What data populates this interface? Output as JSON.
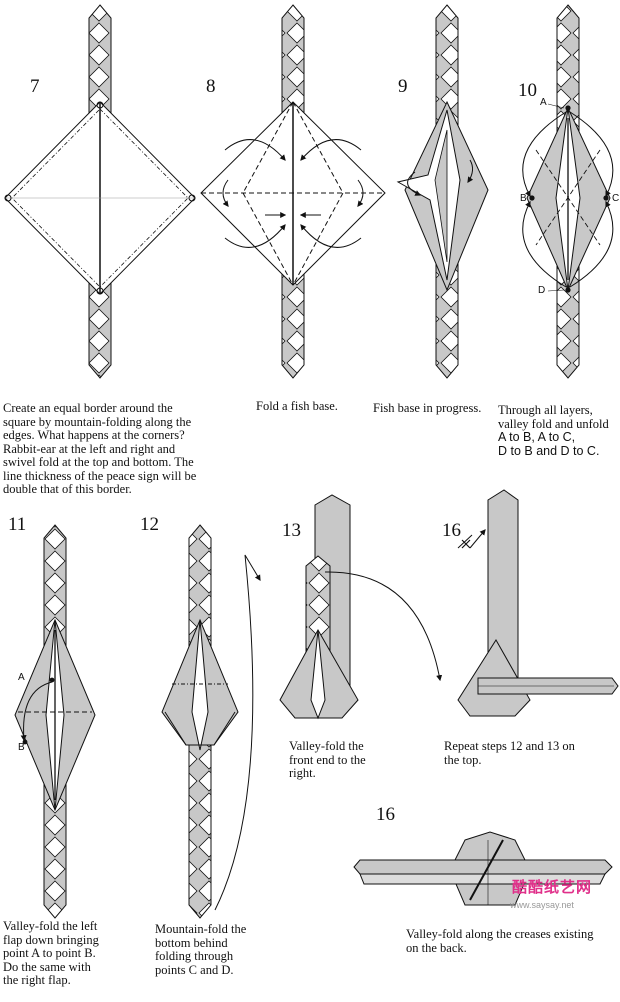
{
  "steps": {
    "s7": {
      "num": "7"
    },
    "s8": {
      "num": "8"
    },
    "s9": {
      "num": "9"
    },
    "s10": {
      "num": "10"
    },
    "s11": {
      "num": "11"
    },
    "s12": {
      "num": "12"
    },
    "s13": {
      "num": "13"
    },
    "s16a": {
      "num": "16"
    },
    "s16b": {
      "num": "16"
    }
  },
  "captions": {
    "c7": [
      "Create an equal border around the",
      "square by mountain-folding along the",
      "edges.  What happens at the corners?",
      "Rabbit-ear at the left and right and",
      "swivel fold at the top and bottom. The",
      "line thickness of the peace sign will be",
      "double that of this border."
    ],
    "c8": [
      "Fold a fish base."
    ],
    "c9": [
      "Fish base in progress."
    ],
    "c10": [
      "Through all layers,",
      "valley fold and unfold",
      "A to B,  A to C,",
      "D to B and D to C."
    ],
    "c11": [
      "Valley-fold the left",
      "flap down bringing",
      "point A  to point B.",
      "Do the same with",
      "the right flap."
    ],
    "c12": [
      "Mountain-fold the",
      "bottom behind",
      "folding through",
      "points C and D."
    ],
    "c13": [
      "Valley-fold the",
      "front end to the",
      "right."
    ],
    "c16a": [
      "Repeat steps 12 and 13 on",
      "the top."
    ],
    "c16b": [
      "Valley-fold along the creases existing",
      "on the back."
    ]
  },
  "labels": {
    "A": "A",
    "B": "B",
    "C": "C",
    "D": "D"
  },
  "watermark": {
    "name": "酷酷纸艺网",
    "url": "www.saysay.net"
  },
  "colors": {
    "paper_gray": "#c8c8c8",
    "line": "#111111",
    "watermark": "#e0308a"
  }
}
